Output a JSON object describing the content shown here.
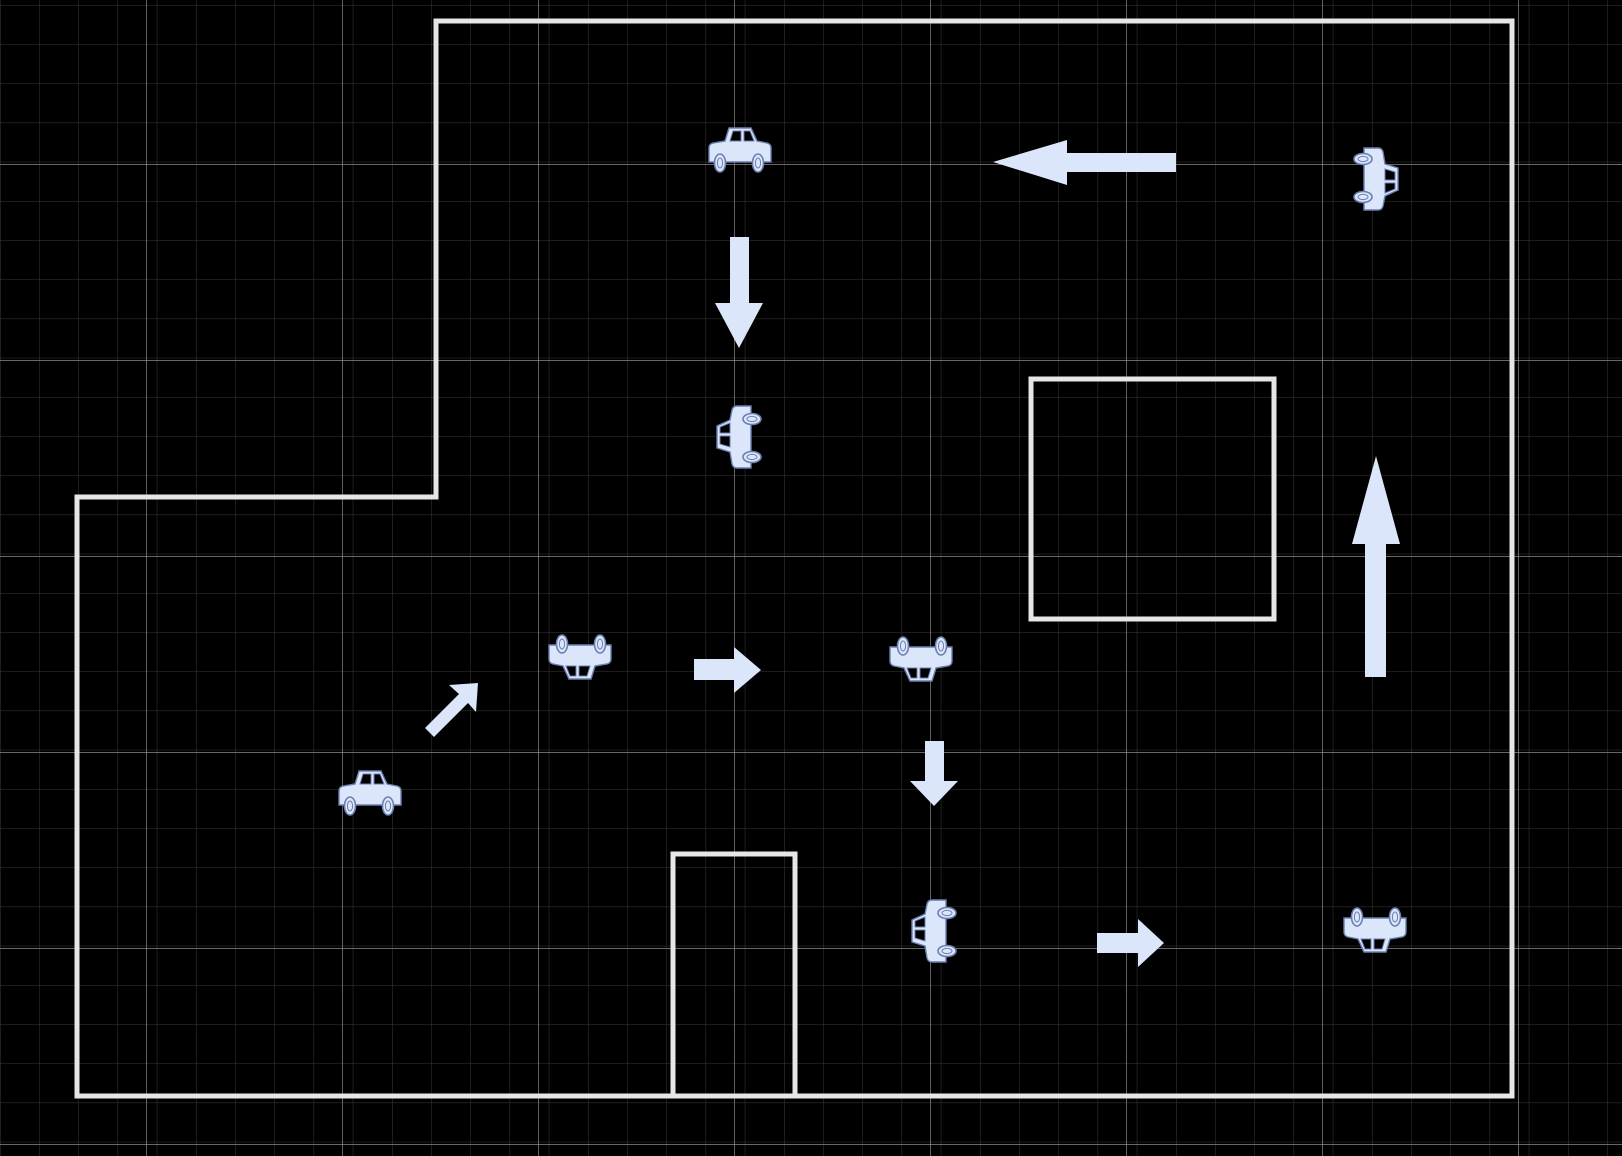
{
  "colors": {
    "background": "#000000",
    "grid_minor": "#3a3a3a",
    "grid_major": "#8a8a8a",
    "walls": "#e6e6e6",
    "shapes": "#dce6fa",
    "shape_outline": "#6a7fb0"
  },
  "walls": [
    {
      "id": "outer-boundary",
      "kind": "polygon"
    },
    {
      "id": "inner-obstacle",
      "kind": "rect"
    },
    {
      "id": "doorway-nook",
      "kind": "open-rect"
    }
  ],
  "cars": [
    {
      "id": "car-top-center",
      "facing": "right"
    },
    {
      "id": "car-top-right",
      "facing": "down"
    },
    {
      "id": "car-mid-upper",
      "facing": "up"
    },
    {
      "id": "car-left",
      "facing": "right"
    },
    {
      "id": "car-mid-left",
      "facing": "left"
    },
    {
      "id": "car-mid-center",
      "facing": "left"
    },
    {
      "id": "car-bottom-center",
      "facing": "up"
    },
    {
      "id": "car-bottom-right",
      "facing": "left"
    }
  ],
  "arrows": [
    {
      "id": "arrow-top-left",
      "direction": "left"
    },
    {
      "id": "arrow-top-down",
      "direction": "down"
    },
    {
      "id": "arrow-diagonal",
      "direction": "up-right"
    },
    {
      "id": "arrow-mid-right",
      "direction": "right"
    },
    {
      "id": "arrow-mid-down",
      "direction": "down"
    },
    {
      "id": "arrow-bottom-right",
      "direction": "right"
    },
    {
      "id": "arrow-right-up",
      "direction": "up"
    }
  ]
}
